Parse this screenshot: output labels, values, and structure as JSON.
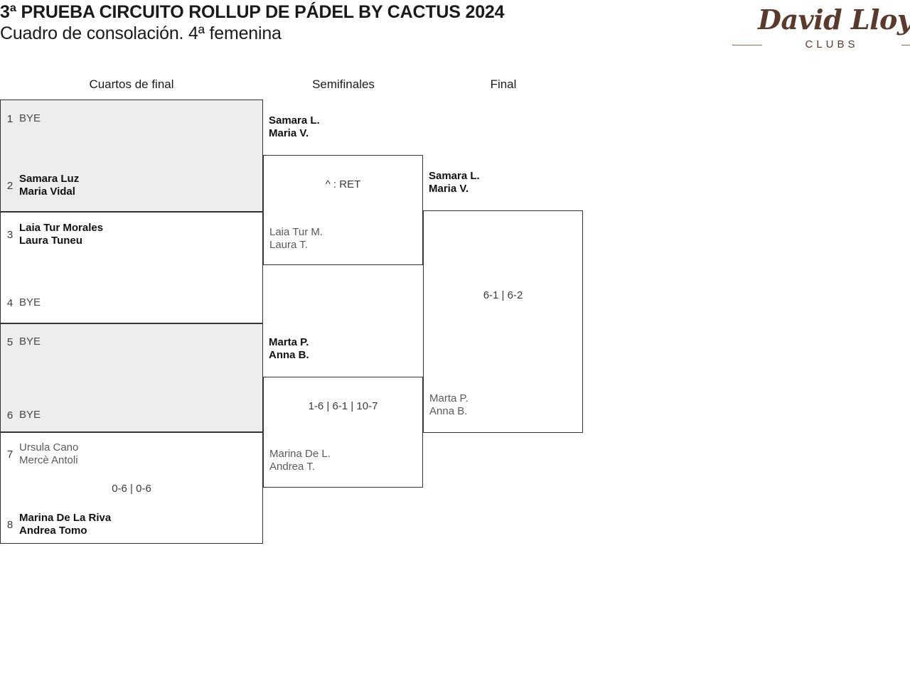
{
  "header": {
    "title_line1": "3ª PRUEBA CIRCUITO ROLLUP DE PÁDEL BY CACTUS 2024",
    "title_line2": "Cuadro de consolación. 4ª femenina",
    "logo_script": "David Lloyd",
    "logo_sub": "CLUBS",
    "logo_color": "#5b3a2e"
  },
  "rounds": {
    "quarterfinals_label": "Cuartos de final",
    "semifinals_label": "Semifinales",
    "final_label": "Final"
  },
  "bracket": {
    "quarterfinals": [
      {
        "top": {
          "seed": "1",
          "line1": "BYE",
          "line2": "",
          "status": "bye"
        },
        "bottom": {
          "seed": "2",
          "line1": "Samara Luz",
          "line2": "Maria Vidal",
          "status": "winner"
        },
        "score": ""
      },
      {
        "top": {
          "seed": "3",
          "line1": "Laia Tur Morales",
          "line2": "Laura Tuneu",
          "status": "winner"
        },
        "bottom": {
          "seed": "4",
          "line1": "BYE",
          "line2": "",
          "status": "bye"
        },
        "score": ""
      },
      {
        "top": {
          "seed": "5",
          "line1": "BYE",
          "line2": "",
          "status": "bye"
        },
        "bottom": {
          "seed": "6",
          "line1": "BYE",
          "line2": "",
          "status": "bye"
        },
        "score": ""
      },
      {
        "top": {
          "seed": "7",
          "line1": "Ursula Cano",
          "line2": "Mercè Antoli",
          "status": "loser"
        },
        "bottom": {
          "seed": "8",
          "line1": "Marina De La Riva",
          "line2": "Andrea Tomo",
          "status": "winner"
        },
        "score": "0-6 | 0-6"
      }
    ],
    "semifinals": [
      {
        "top": {
          "line1": "Samara L.",
          "line2": "Maria V.",
          "status": "winner"
        },
        "bottom": {
          "line1": "Laia Tur M.",
          "line2": "Laura T.",
          "status": "loser"
        },
        "score": "^ : RET"
      },
      {
        "top": {
          "line1": "Marta P.",
          "line2": "Anna B.",
          "status": "winner"
        },
        "bottom": {
          "line1": "Marina De L.",
          "line2": "Andrea T.",
          "status": "loser"
        },
        "score": "1-6 | 6-1 | 10-7"
      }
    ],
    "final": {
      "top": {
        "line1": "Samara L.",
        "line2": "Maria V.",
        "status": "winner"
      },
      "bottom": {
        "line1": "Marta P.",
        "line2": "Anna B.",
        "status": "loser"
      },
      "score": "6-1 | 6-2"
    }
  }
}
